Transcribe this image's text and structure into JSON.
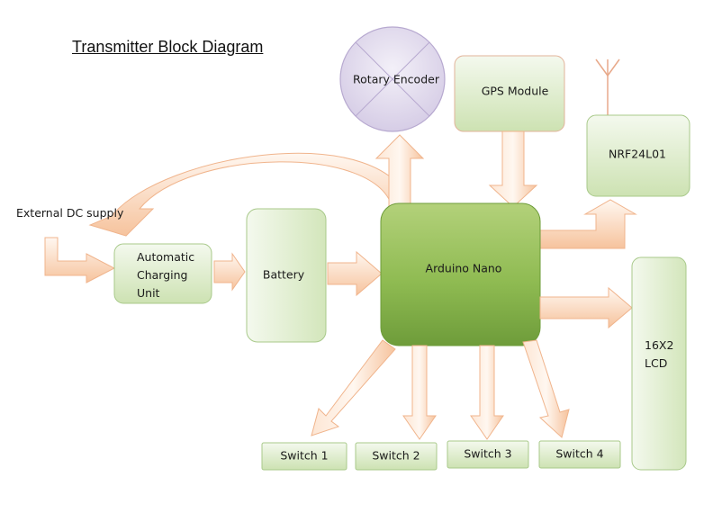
{
  "title": "Transmitter Block Diagram",
  "blocks": {
    "rotary_encoder": "Rotary Encoder",
    "gps_module": "GPS Module",
    "nrf24l01": "NRF24L01",
    "external_dc": "External DC supply",
    "charging_unit_line1": "Automatic",
    "charging_unit_line2": "Charging",
    "charging_unit_line3": "Unit",
    "battery": "Battery",
    "arduino_nano": "Arduino Nano",
    "lcd_line1": "16X2",
    "lcd_line2": "LCD",
    "switch1": "Switch 1",
    "switch2": "Switch 2",
    "switch3": "Switch 3",
    "switch4": "Switch 4"
  },
  "colors": {
    "green_light": "#eef6e4",
    "green_mid": "#cfe3b4",
    "green_dark": "#7fad4a",
    "green_border": "#a8c98a",
    "arrow_light": "#fff3ea",
    "arrow_dark": "#f8c9a5",
    "arrow_border": "#f0b48c",
    "lavender": "#e6e0f0",
    "lavender_border": "#b7a9d0"
  }
}
